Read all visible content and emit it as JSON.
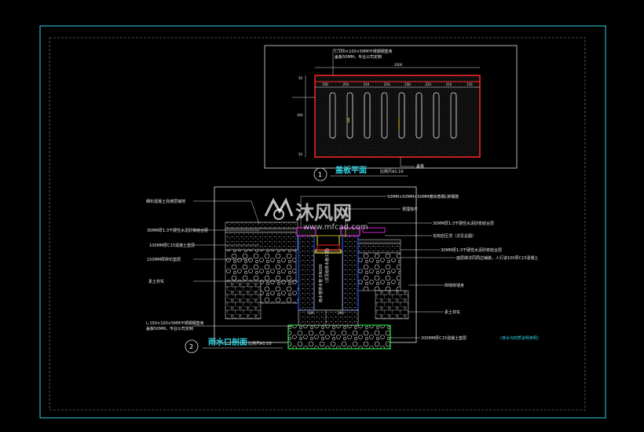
{
  "plan": {
    "title": "盖板平面",
    "scale": "比例尺A1:10",
    "number": "1",
    "annotation_1": "L:150×100×5MM不锈钢钢垫条",
    "annotation_2": "盖板50MM，专业公司定制",
    "bottom_label": "盖板",
    "top_dim": "2000",
    "slot_dims": [
      "150",
      "250",
      "250",
      "250",
      "250",
      "250",
      "250",
      "150"
    ],
    "left_dims": [
      "50",
      "300",
      "50"
    ]
  },
  "section": {
    "title": "雨水口剖面",
    "scale": "比例尺A1:10",
    "number": "2",
    "callouts_left": [
      "细石混凝土找坡层铺地",
      "30MM厚1:3干硬性水泥砂浆结合层",
      "100MM厚C15混凝土垫层",
      "150MM厚碎石垫层",
      "素土夯实"
    ],
    "callouts_right": [
      "50MM×50MM×50MM镀锌角钢L架钢筋",
      "预埋铁件",
      "30MM厚1:3干硬性水泥砂浆结合层",
      "花岗岩压顶（详见总图）",
      "30MM厚1:3干硬性水泥砂浆结合层",
      "面层做法同周边铺装，人行道100厚C15混凝土",
      "砖砌体墙身",
      "素土夯实",
      "200MM厚C15混凝土垫层"
    ],
    "bottom_left_1": "L:150×100×5MM不锈钢钢垫条",
    "bottom_left_2": "盖板50MM，专业公司定制",
    "vertical_note_1": "雨水管排水管 DN200",
    "vertical_note_2": "(详见给排水施工图)",
    "dim_bottom": "200",
    "dim_mid": "200",
    "side_note": "(排水沟材质说明参照)"
  },
  "watermark": {
    "brand": "沐风网",
    "url": "www.mfcad.com"
  },
  "colors": {
    "frame_cyan": "#2fd3e3",
    "red": "#ff2020",
    "green": "#20e040",
    "yellow": "#e8e020",
    "blue": "#2050ff",
    "magenta": "#ff30ff"
  }
}
